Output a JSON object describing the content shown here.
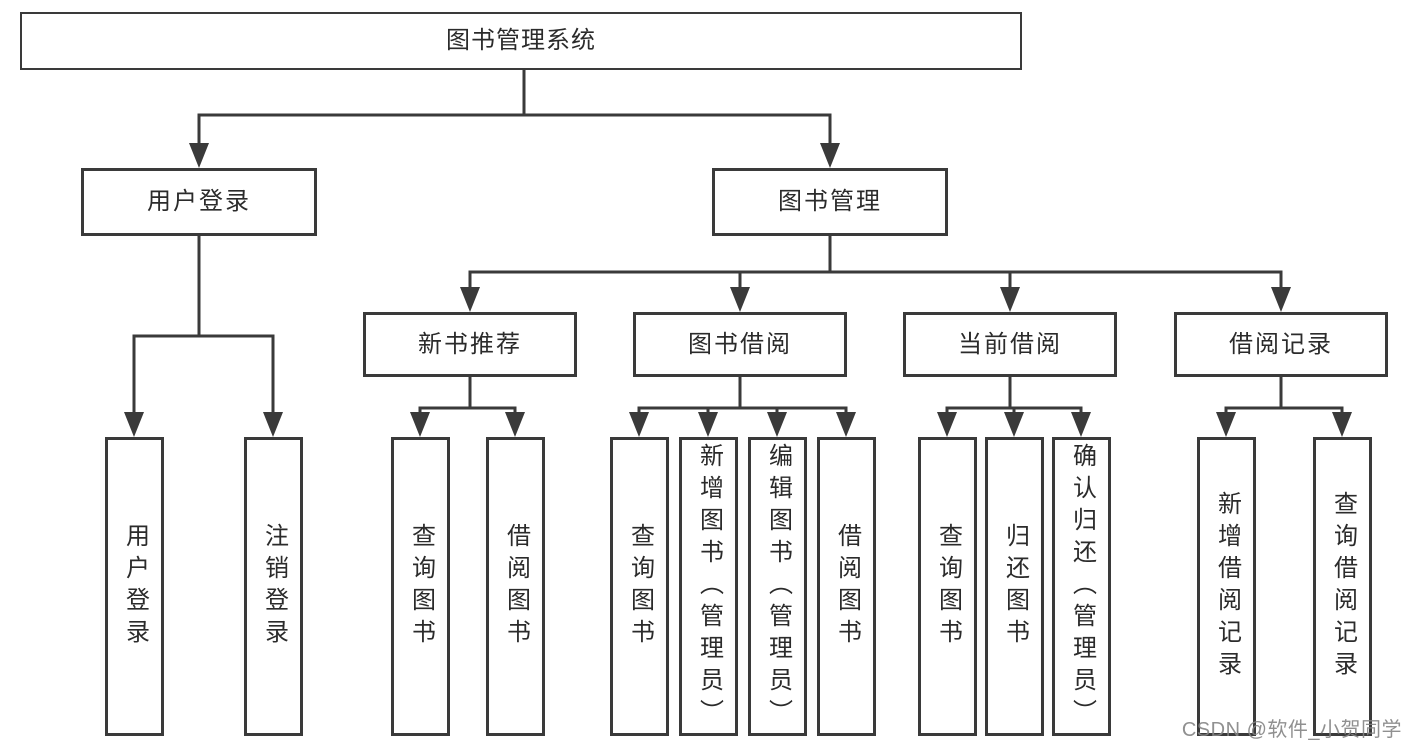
{
  "diagram": {
    "root": {
      "label": "图书管理系统"
    },
    "level2": [
      {
        "label": "用户登录",
        "children": [
          {
            "label": "用户登录"
          },
          {
            "label": "注销登录"
          }
        ]
      },
      {
        "label": "图书管理",
        "children": [
          {
            "label": "新书推荐",
            "children": [
              {
                "label": "查询图书"
              },
              {
                "label": "借阅图书"
              }
            ]
          },
          {
            "label": "图书借阅",
            "children": [
              {
                "label": "查询图书"
              },
              {
                "label": "新增图书（管理员）"
              },
              {
                "label": "编辑图书（管理员）"
              },
              {
                "label": "借阅图书"
              }
            ]
          },
          {
            "label": "当前借阅",
            "children": [
              {
                "label": "查询图书"
              },
              {
                "label": "归还图书"
              },
              {
                "label": "确认归还（管理员）"
              }
            ]
          },
          {
            "label": "借阅记录",
            "children": [
              {
                "label": "新增借阅记录"
              },
              {
                "label": "查询借阅记录"
              }
            ]
          }
        ]
      }
    ]
  },
  "watermark": {
    "text": "CSDN @软件_小贺同学"
  },
  "colors": {
    "line": "#3a3a3a",
    "text": "#2b2b2b",
    "watermark": "#848484",
    "background": "#ffffff"
  }
}
